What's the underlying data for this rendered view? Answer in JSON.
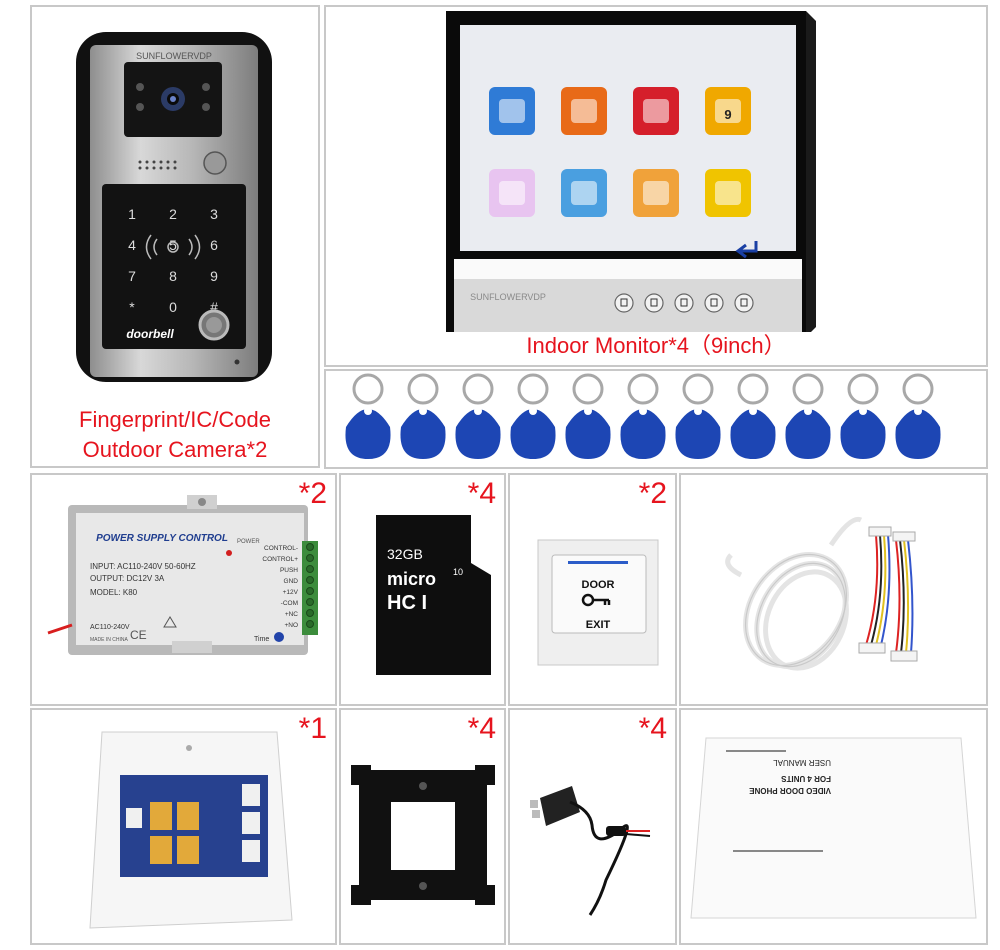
{
  "captions": {
    "outdoor_line1": "Fingerprint/IC/Code",
    "outdoor_line2": "Outdoor Camera*2",
    "monitor": "Indoor Monitor*4（9inch）"
  },
  "camera": {
    "brand": "SUNFLOWERVDP",
    "logo": "doorbell",
    "keys": [
      "1",
      "2",
      "3",
      "4",
      "5",
      "6",
      "7",
      "8",
      "9",
      "*",
      "0",
      "#"
    ]
  },
  "monitor": {
    "brand": "SUNFLOWERVDP",
    "calendar_day": "9",
    "apps": [
      "photos-icon",
      "settings-icon",
      "clock-icon",
      "calendar-icon",
      "brightness-icon",
      "contrast-icon",
      "palette-icon",
      "music-icon"
    ],
    "buttons": [
      "home-icon",
      "camera-icon",
      "intercom-icon",
      "unlock-icon",
      "talk-icon"
    ]
  },
  "keyfobs": {
    "count": 11
  },
  "power_supply": {
    "qty": "*2",
    "title": "POWER SUPPLY CONTROL",
    "power_label": "POWER",
    "input": "INPUT: AC110-240V  50-60HZ",
    "output": "OUTPUT: DC12V  3A",
    "model": "MODEL: K80",
    "ac": "AC110-240V",
    "made_in": "MADE IN CHINA",
    "time_label": "Time",
    "terminals": [
      "CONTROL-",
      "CONTROL+",
      "PUSH",
      "GND",
      "+12V",
      "-COM",
      "+NC",
      "+NO"
    ]
  },
  "sd_card": {
    "qty": "*4",
    "capacity": "32GB"
  },
  "exit_button": {
    "qty": "*2",
    "line1": "DOOR",
    "line2": "EXIT"
  },
  "cables": {},
  "distributor": {
    "qty": "*1"
  },
  "bracket": {
    "qty": "*4"
  },
  "adapter": {
    "qty": "*4"
  },
  "manual": {
    "title_line1": "VIDEO DOOR PHONE",
    "title_line2": "FOR 4 UNITS",
    "title_line3": "USER MANUAL"
  }
}
